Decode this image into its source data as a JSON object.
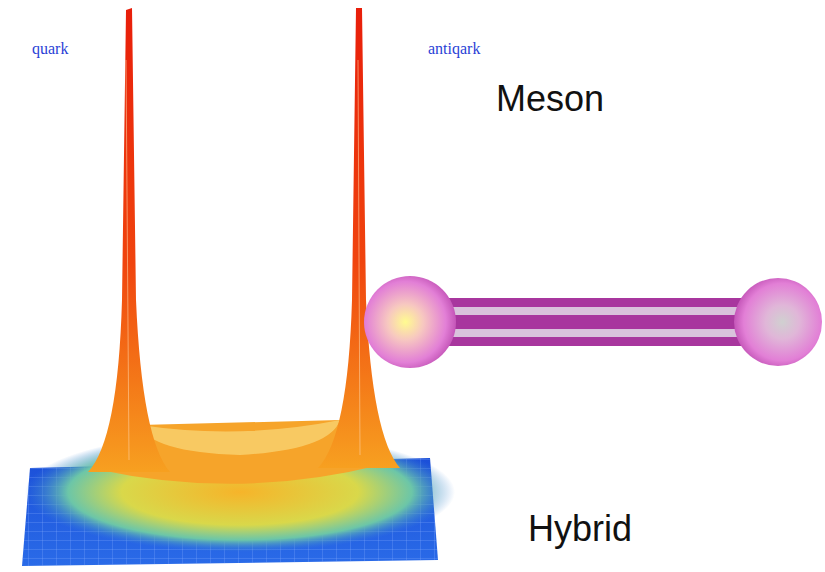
{
  "diagram": {
    "labels": [
      "quark",
      "antiqark",
      "Meson",
      "Hybrid"
    ]
  }
}
